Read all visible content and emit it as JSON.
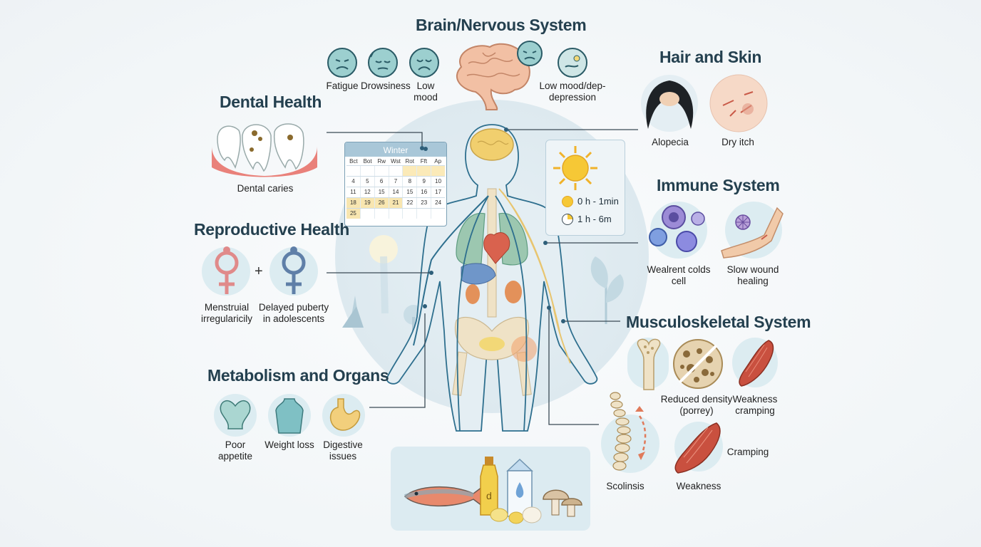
{
  "sections": {
    "brain": {
      "title": "Brain/Nervous System",
      "items": [
        "Fatigue",
        "Drowsiness",
        "Low mood",
        "Low mood/dep- depression"
      ]
    },
    "hair_skin": {
      "title": "Hair and Skin",
      "items": [
        "Alopecia",
        "Dry itch"
      ]
    },
    "dental": {
      "title": "Dental Health",
      "items": [
        "Dental caries"
      ]
    },
    "reproductive": {
      "title": "Reproductive Health",
      "plus": "+",
      "items": [
        "Menstruial irregularicily",
        "Delayed puberty in adolescents"
      ]
    },
    "immune": {
      "title": "Immune System",
      "items": [
        "Wealrent colds cell",
        "Slow wound healing"
      ]
    },
    "musculoskeletal": {
      "title": "Musculoskeletal System",
      "items": [
        "Reduced density (porrey)",
        "Weakness cramping",
        "Cramping",
        "Scolinsis",
        "Weakness"
      ]
    },
    "metabolism": {
      "title": "Metabolism and Organs",
      "items": [
        "Poor appetite",
        "Weight loss",
        "Digestive issues"
      ]
    }
  },
  "calendar": {
    "title": "Winter",
    "days": [
      "Bct",
      "Bot",
      "Rw",
      "Wst",
      "Rot",
      "Fft",
      "Ap"
    ],
    "rows": [
      [
        "",
        "",
        "",
        "",
        "",
        "",
        ""
      ],
      [
        "4",
        "5",
        "6",
        "7",
        "8",
        "9",
        "10"
      ],
      [
        "11",
        "12",
        "15",
        "14",
        "15",
        "16",
        "17"
      ],
      [
        "18",
        "19",
        "26",
        "21",
        "22",
        "23",
        "24"
      ],
      [
        "25",
        "",
        "",
        "",
        "",
        "",
        ""
      ]
    ]
  },
  "sun_panel": {
    "line1": "0 h - 1min",
    "line2": "1 h - 6m"
  },
  "food": {
    "bottle_label": "d"
  },
  "colors": {
    "heading": "#24404f",
    "circle_bg": "#dcecf1",
    "accent_blue": "#2e6f8e",
    "bone": "#efe2c6",
    "muscle": "#c9503f"
  }
}
